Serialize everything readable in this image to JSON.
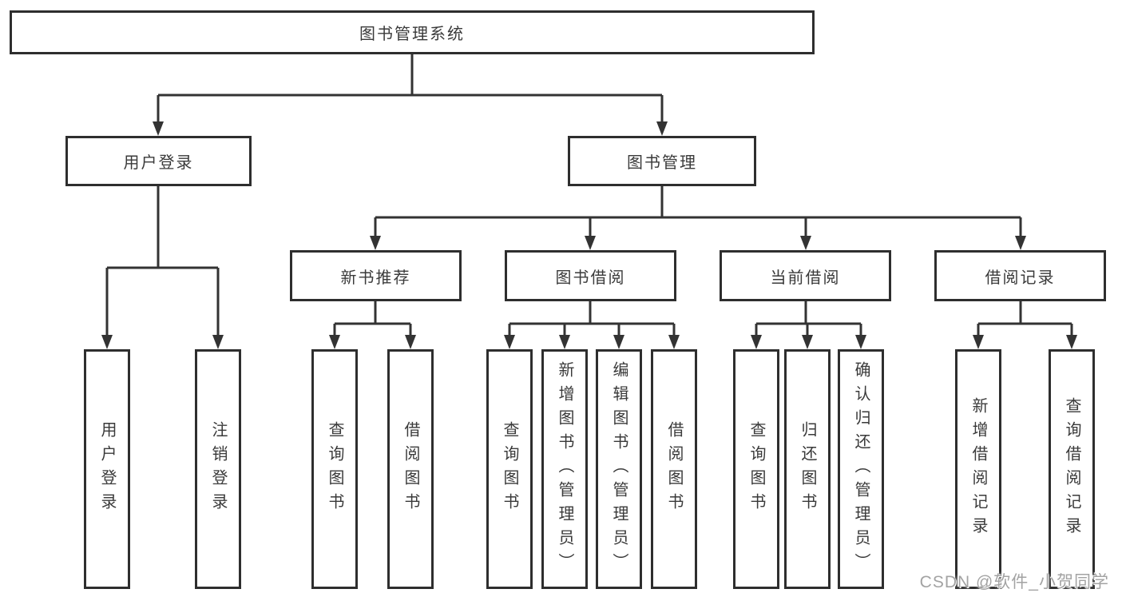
{
  "diagram": {
    "watermark": {
      "text": "CSDN @软件_小贺同学",
      "color": "#a3a3a3"
    },
    "colors": {
      "line": "#333333",
      "box_border": "#2e2e2e",
      "box_background": "#ffffff",
      "label_text": "#3a3a3a"
    }
  },
  "nodes": {
    "root": {
      "label": "图书管理系统"
    },
    "branches": [
      {
        "label": "用户登录"
      },
      {
        "label": "图书管理"
      }
    ],
    "level3": [
      {
        "label": "新书推荐"
      },
      {
        "label": "图书借阅"
      },
      {
        "label": "当前借阅"
      },
      {
        "label": "借阅记录"
      }
    ],
    "leaves": {
      "user_login": [
        "用户登录",
        "注销登录"
      ],
      "new_book": [
        "查询图书",
        "借阅图书"
      ],
      "book_borrow": [
        "查询图书",
        "新增图书（管理员）",
        "编辑图书（管理员）",
        "借阅图书"
      ],
      "current_borrow": [
        "查询图书",
        "归还图书",
        "确认归还（管理员）"
      ],
      "borrow_records": [
        "新增借阅记录",
        "查询借阅记录"
      ]
    }
  }
}
